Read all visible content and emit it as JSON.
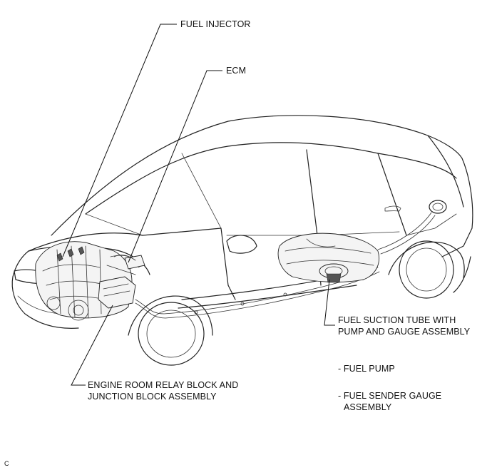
{
  "labels": {
    "fuel_injector": "FUEL INJECTOR",
    "ecm": "ECM",
    "suction_tube_line1": "FUEL SUCTION TUBE WITH",
    "suction_tube_line2": "PUMP AND GAUGE ASSEMBLY",
    "fuel_pump": "- FUEL PUMP",
    "sender_gauge_line1": "- FUEL SENDER GAUGE",
    "sender_gauge_line2": "ASSEMBLY",
    "relay_block_line1": "ENGINE ROOM RELAY BLOCK AND",
    "relay_block_line2": "JUNCTION BLOCK ASSEMBLY"
  },
  "corner_code": "C"
}
